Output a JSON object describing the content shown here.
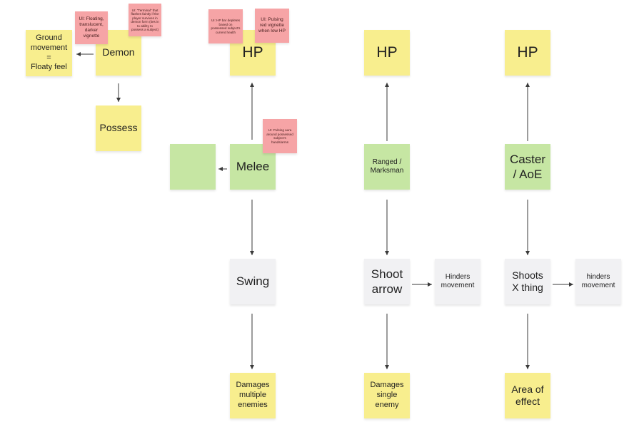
{
  "notes": {
    "ground_movement": "Ground\nmovement\n=\nFloaty feel",
    "demon": "Demon",
    "possess": "Possess",
    "ui_floating": "UI: Floating, translucent, darker vignette",
    "ui_terminal": "UI: \"Terminal\" that flashes faintly if the player survives in demon form (ties in to ability to possess a subject)",
    "ui_hp_bar": "UI: HP bar depletes based on possessed subject's current health",
    "ui_pulsing_red": "UI: Pulsing red vignette when low HP",
    "ui_pulsing_aura": "UI: Pulsing aura around possessed subject's hands/arms",
    "hp_melee": "HP",
    "melee": "Melee",
    "swing": "Swing",
    "damages_multiple": "Damages\nmultiple\nenemies",
    "hp_ranged": "HP",
    "ranged": "Ranged /\nMarksman",
    "shoot_arrow": "Shoot\narrow",
    "hinders_ranged": "Hinders\nmovement",
    "damages_single": "Damages\nsingle\nenemy",
    "hp_caster": "HP",
    "caster": "Caster\n/ AoE",
    "shoots_x": "Shoots\nX thing",
    "hinders_caster": "hinders\nmovement",
    "area_effect": "Area of\neffect"
  },
  "colors": {
    "yellow": "#f8ee8e",
    "green": "#c6e6a3",
    "gray": "#f1f1f3",
    "pink": "#f6a4a6",
    "arrow": "#3a3a3a"
  }
}
